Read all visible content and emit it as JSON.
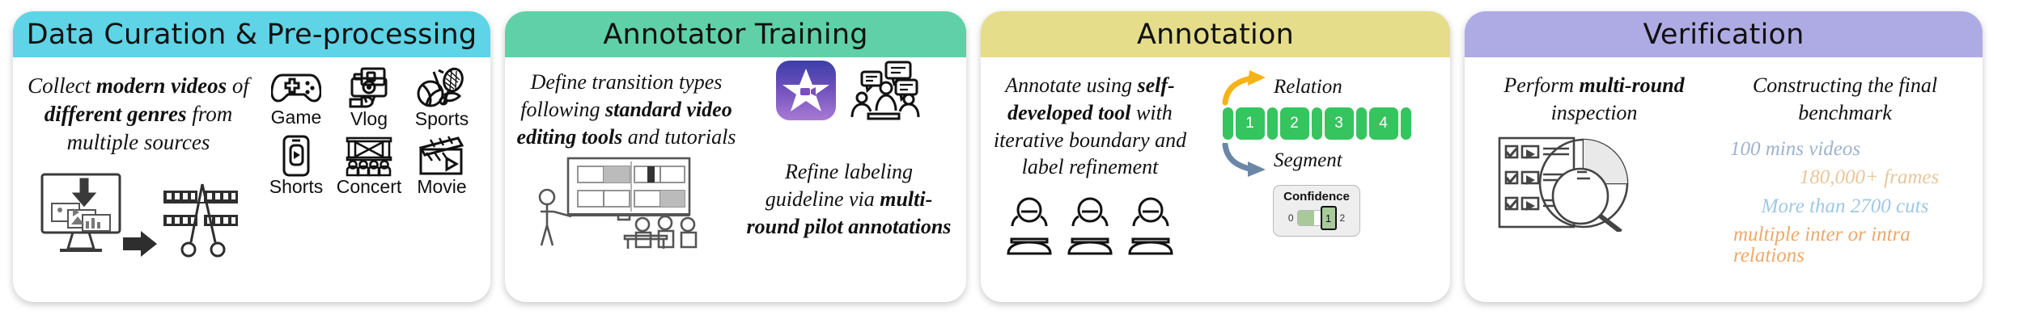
{
  "panels": [
    {
      "title": "Data Curation & Pre-processing",
      "header_color": "#5ed4e6",
      "text": {
        "pre": "Collect ",
        "b1": "modern videos",
        "mid": " of ",
        "b2": "different genres",
        "post": " from multiple sources"
      },
      "genres": [
        {
          "label": "Game",
          "icon": "gamepad-icon"
        },
        {
          "label": "Vlog",
          "icon": "camera-icon"
        },
        {
          "label": "Sports",
          "icon": "sports-icon"
        },
        {
          "label": "Shorts",
          "icon": "phone-icon"
        },
        {
          "label": "Concert",
          "icon": "concert-icon"
        },
        {
          "label": "Movie",
          "icon": "clapperboard-icon"
        }
      ],
      "art": "monitor-download-to-filmstrip-scissors"
    },
    {
      "title": "Annotator Training",
      "header_color": "#5fd0a8",
      "text_top": {
        "pre": "Define transition types following ",
        "b1": "standard video editing tools",
        "post": " and tutorials"
      },
      "text_bottom": {
        "pre": "Refine labeling guideline via ",
        "b1": "multi-round pilot annotations",
        "post": ""
      },
      "icons": [
        "imovie-star-icon",
        "team-discussion-icon"
      ],
      "art": "classroom-presentation"
    },
    {
      "title": "Annotation",
      "header_color": "#e5dd8a",
      "text": {
        "pre": "Annotate using ",
        "b1": "self-developed tool",
        "post": " with iterative boundary and label refinement"
      },
      "relation_label": "Relation",
      "segment_label": "Segment",
      "segments": [
        "1",
        "2",
        "3",
        "4"
      ],
      "segment_color": "#36c45f",
      "relation_arrow_color": "#f5b317",
      "segment_arrow_color": "#6b87a8",
      "confidence": {
        "title": "Confidence",
        "min": "0",
        "max": "2",
        "value": "1"
      },
      "art": "three-annotators-at-laptops"
    },
    {
      "title": "Verification",
      "header_color": "#aeabe4",
      "text_left": {
        "pre": "Perform ",
        "b1": "multi-round",
        "post": " inspection"
      },
      "text_right": "Constructing the final benchmark",
      "stats": [
        {
          "text": "100 mins videos",
          "color": "#9db3cf"
        },
        {
          "text": "180,000+ frames",
          "color": "#e8c79a"
        },
        {
          "text": "More than 2700 cuts",
          "color": "#9ec9e2"
        },
        {
          "text": "multiple inter or intra relations",
          "color": "#f0a868"
        }
      ],
      "art": "checklist-piechart-magnifier"
    }
  ]
}
